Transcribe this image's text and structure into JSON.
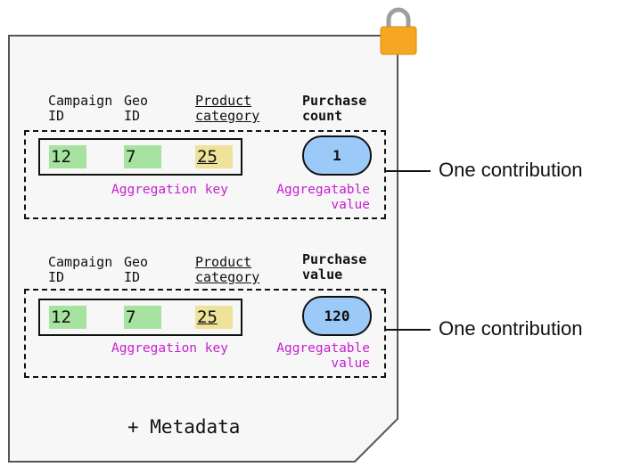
{
  "report": {
    "contributions": [
      {
        "headers": {
          "campaign_id": "Campaign\nID",
          "geo_id": "Geo\nID",
          "product_category": "Product\ncategory",
          "value_header": "Purchase\ncount"
        },
        "key_values": {
          "campaign": "12",
          "geo": "7",
          "product": "25"
        },
        "aggregatable_value": "1",
        "key_caption": "Aggregation key",
        "value_caption": "Aggregatable\nvalue",
        "side_label": "One contribution"
      },
      {
        "headers": {
          "campaign_id": "Campaign\nID",
          "geo_id": "Geo\nID",
          "product_category": "Product\ncategory",
          "value_header": "Purchase\nvalue"
        },
        "key_values": {
          "campaign": "12",
          "geo": "7",
          "product": "25"
        },
        "aggregatable_value": "120",
        "key_caption": "Aggregation key",
        "value_caption": "Aggregatable\nvalue",
        "side_label": "One contribution"
      }
    ],
    "metadata_label": "+ Metadata"
  },
  "icons": {
    "lock": "lock-icon"
  },
  "colors": {
    "document_bg": "#f7f7f7",
    "key_green": "#a6e3a1",
    "key_yellow": "#efe29a",
    "value_blue": "#9ccaf8",
    "caption_magenta": "#c61fcf",
    "lock_body": "#f5a623",
    "lock_shackle": "#9e9e9e"
  }
}
